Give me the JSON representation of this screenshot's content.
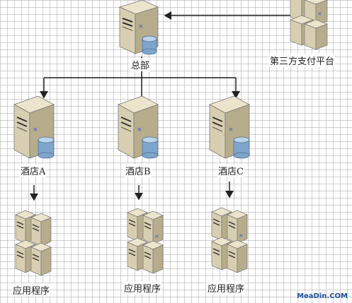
{
  "nodes": {
    "hq": {
      "label": "总部"
    },
    "third_party": {
      "label": "第三方支付平台"
    },
    "hotel_a": {
      "label": "酒店A"
    },
    "hotel_b": {
      "label": "酒店B"
    },
    "hotel_c": {
      "label": "酒店C"
    },
    "app_a": {
      "label": "应用程序"
    },
    "app_b": {
      "label": "应用程序"
    },
    "app_c": {
      "label": "应用程序"
    }
  },
  "watermark": "MeaDin.COM",
  "colors": {
    "connector": "#222222",
    "grid": "#aaaaaa",
    "server_body": "#d8cfb2",
    "database": "#7ea6cc",
    "x_mark": "#3a5fd0"
  },
  "icons": {
    "server_with_database": "server-db-icon",
    "server_cluster": "server-cluster-icon"
  }
}
